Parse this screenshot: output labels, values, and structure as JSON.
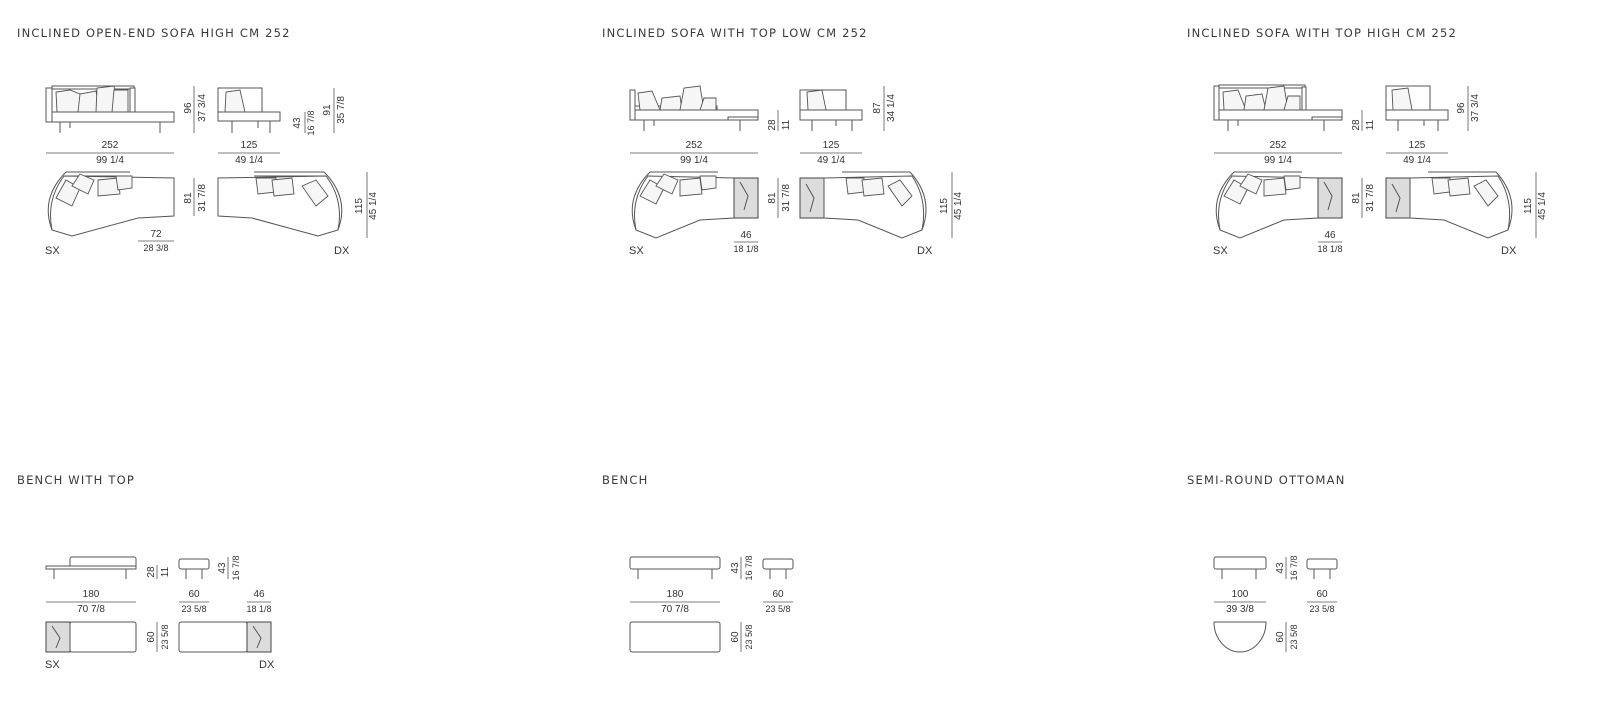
{
  "titles": {
    "p1": "INCLINED OPEN-END SOFA HIGH CM 252",
    "p2": "INCLINED SOFA WITH TOP LOW CM 252",
    "p3": "INCLINED SOFA WITH TOP HIGH CM 252",
    "p4": "BENCH WITH TOP",
    "p5": "BENCH",
    "p6": "SEMI-ROUND OTTOMAN"
  },
  "p1": {
    "sx": "SX",
    "dx": "DX",
    "w1": "252",
    "w1i": "99 1/4",
    "w2": "125",
    "w2i": "49 1/4",
    "h1": "96",
    "h1i": "37 3/4",
    "h2": "43",
    "h2i": "16 7/8",
    "h3": "91",
    "h3i": "35 7/8",
    "d1": "81",
    "d1i": "31 7/8",
    "d2": "72",
    "d2i": "28 3/8",
    "d3": "115",
    "d3i": "45 1/4"
  },
  "p2": {
    "sx": "SX",
    "dx": "DX",
    "w1": "252",
    "w1i": "99 1/4",
    "w2": "125",
    "w2i": "49 1/4",
    "h1": "28",
    "h1i": "11",
    "h2": "87",
    "h2i": "34 1/4",
    "d1": "81",
    "d1i": "31 7/8",
    "d2": "46",
    "d2i": "18 1/8",
    "d3": "115",
    "d3i": "45 1/4"
  },
  "p3": {
    "sx": "SX",
    "dx": "DX",
    "w1": "252",
    "w1i": "99 1/4",
    "w2": "125",
    "w2i": "49 1/4",
    "h1": "28",
    "h1i": "11",
    "h2": "96",
    "h2i": "37 3/4",
    "d1": "81",
    "d1i": "31 7/8",
    "d2": "46",
    "d2i": "18 1/8",
    "d3": "115",
    "d3i": "45 1/4"
  },
  "p4": {
    "sx": "SX",
    "dx": "DX",
    "w1": "180",
    "w1i": "70 7/8",
    "w2": "60",
    "w2i": "23 5/8",
    "w3": "46",
    "w3i": "18 1/8",
    "h1": "28",
    "h1i": "11",
    "h2": "43",
    "h2i": "16 7/8",
    "d1": "60",
    "d1i": "23 5/8"
  },
  "p5": {
    "w1": "180",
    "w1i": "70 7/8",
    "w2": "60",
    "w2i": "23 5/8",
    "h1": "43",
    "h1i": "16 7/8",
    "d1": "60",
    "d1i": "23 5/8"
  },
  "p6": {
    "w1": "100",
    "w1i": "39 3/8",
    "w2": "60",
    "w2i": "23 5/8",
    "h1": "43",
    "h1i": "16 7/8",
    "d1": "60",
    "d1i": "23 5/8"
  }
}
